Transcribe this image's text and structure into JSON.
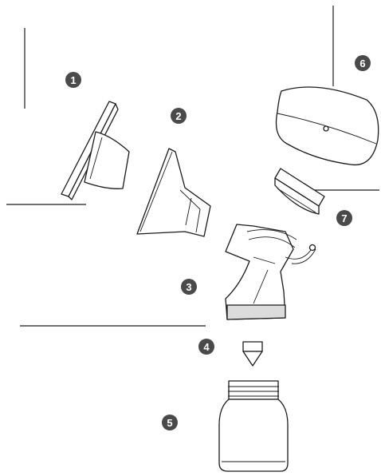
{
  "parts": [
    {
      "number": "1"
    },
    {
      "number": "2"
    },
    {
      "number": "3"
    },
    {
      "number": "4"
    },
    {
      "number": "5"
    },
    {
      "number": "6"
    },
    {
      "number": "7"
    }
  ],
  "colors": {
    "badge": "#4a4a4a",
    "line": "#1a1a1a",
    "base_tint": "#dcdcdc"
  }
}
